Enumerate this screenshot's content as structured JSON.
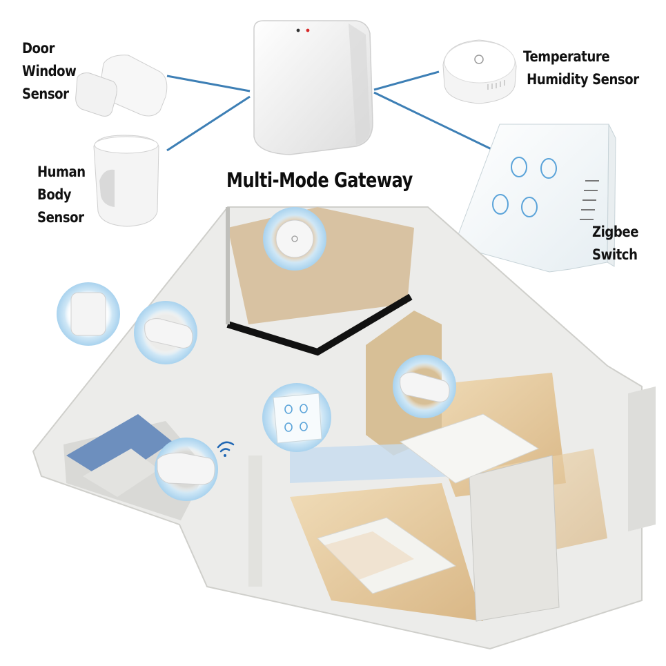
{
  "diagram": {
    "title": "Multi-Mode Gateway",
    "devices": {
      "door_window_sensor": [
        "Door",
        "Window",
        "Sensor"
      ],
      "human_body_sensor": [
        "Human",
        "Body",
        "Sensor"
      ],
      "temperature_humidity_sensor": [
        "Temperature",
        "Humidity Sensor"
      ],
      "zigbee_switch": [
        "Zigbee",
        "Switch"
      ]
    },
    "colors": {
      "connector": "#3d7fb5",
      "badge": "#b9dcf2",
      "device": "#f4f4f4",
      "floor_wood": "#e3c79a",
      "wall": "#e8e8e6"
    }
  }
}
